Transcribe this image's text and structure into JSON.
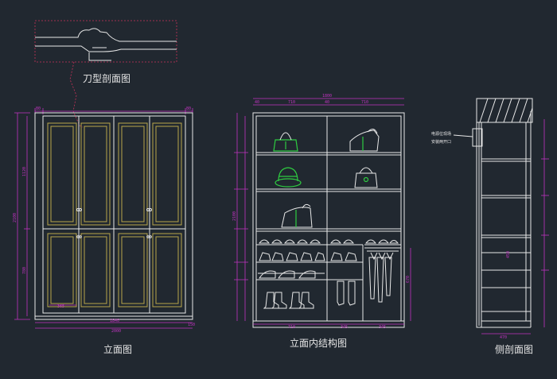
{
  "labels": {
    "profile_section": "刀型剖面图",
    "elevation": "立面图",
    "interior_elevation": "立面内结构图",
    "side_section": "侧剖面图"
  },
  "notes": {
    "socket_line1": "电源位现场",
    "socket_line2": "安装两开口"
  },
  "dims": {
    "left_total_width": "2000",
    "left_inner_width": "1840",
    "left_side_a": "80",
    "left_side_b": "80",
    "left_height": "2100",
    "left_upper": "1120",
    "left_lower": "780",
    "left_panel": "365",
    "left_end": "150",
    "mid_total_width": "1800",
    "mid_left_bay": "710",
    "mid_right_bay": "710",
    "mid_side_a": "40",
    "mid_side_b": "40",
    "mid_height": "2100",
    "mid_bottom_a": "710",
    "mid_bottom_b": "345",
    "mid_bottom_c": "345",
    "mid_hanging": "670",
    "side_depth": "470",
    "side_shelf": "450"
  },
  "colors": {
    "background": "#212830",
    "lines": "#e8e8e8",
    "dimensions": "#c233c2",
    "door_panels": "#b9a64a",
    "objects": "#2ecc40"
  }
}
